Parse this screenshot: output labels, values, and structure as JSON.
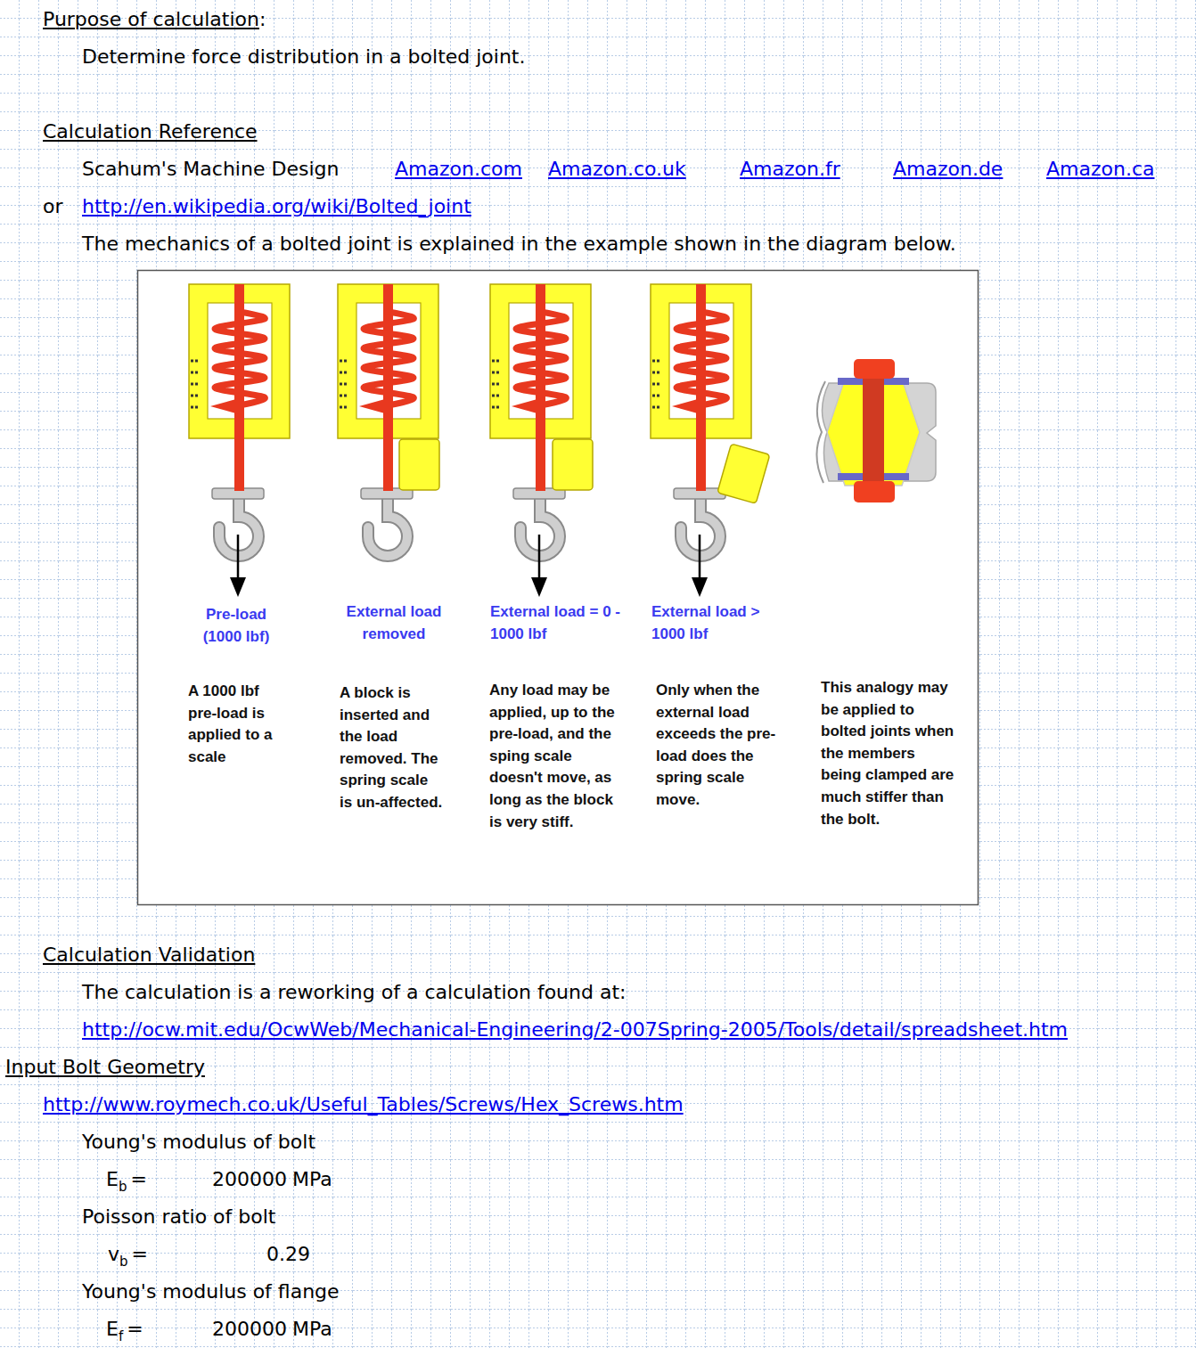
{
  "diagram": {
    "labels": [
      "Purpose of calculation",
      ":",
      "Determine force distribution in a bolted joint.",
      "Calculation Reference",
      "Scahum's Machine Design",
      "Amazon.com",
      "Amazon.co.uk",
      "Amazon.fr",
      "Amazon.de",
      "Amazon.ca",
      "or",
      "http://en.wikipedia.org/wiki/Bolted_joint",
      "The mechanics of a bolted joint is explained in the example shown in the diagram below.",
      "Pre-load (1000 lbf)",
      "External load removed",
      "External load = 0 - 1000 lbf",
      "External load > 1000 lbf",
      "A 1000 lbf pre-load is applied to a scale",
      "A block is inserted and the load removed. The spring scale is un-affected.",
      "Any load may be applied, up to the pre-load, and the sping scale doesn't move, as long as the block is very stiff.",
      "Only when the external load exceeds the pre-load does the spring scale move.",
      "This analogy may be applied to bolted joints when the members being clamped are much stiffer than the bolt.",
      "Calculation Validation",
      "The calculation is a reworking of a calculation found at:",
      "http://ocw.mit.edu/OcwWeb/Mechanical-Engineering/2-007Spring-2005/Tools/detail/spreadsheet.htm",
      "Input Bolt Geometry",
      "http://www.roymech.co.uk/Useful_Tables/Screws/Hex_Screws.htm",
      "Young's modulus of bolt",
      "E",
      "b",
      "=",
      "200000",
      "MPa",
      "Poisson ratio of bolt",
      "v",
      "b",
      "=",
      "0.29",
      "Young's modulus of flange",
      "E",
      "f",
      "=",
      "200000",
      "MPa"
    ]
  }
}
